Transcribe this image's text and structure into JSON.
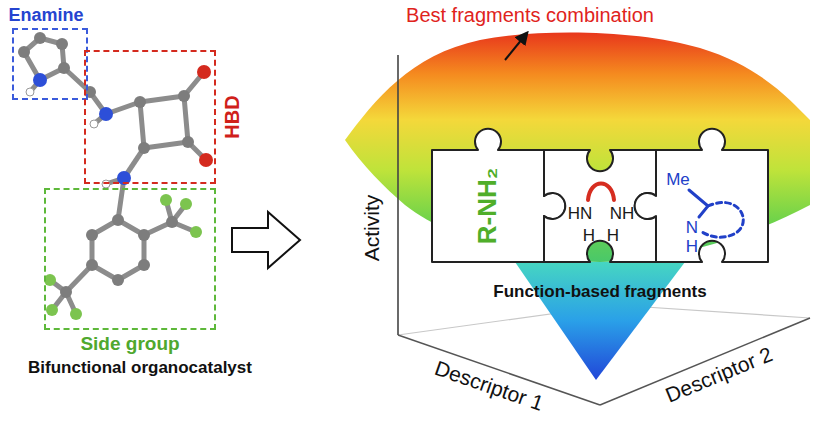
{
  "diagram": {
    "nodes": [
      {
        "text": [
          "Enamine"
        ]
      },
      {
        "text": [
          "HBD"
        ]
      },
      {
        "text": [
          "Side group"
        ]
      },
      {
        "text": [
          "R-NH₂"
        ]
      },
      {
        "text": [
          "HN",
          "H",
          "NH",
          "H"
        ]
      },
      {
        "text": [
          "Me",
          "N",
          "H"
        ]
      }
    ],
    "labels": [
      "Bifunctional organocatalyst",
      "Best fragments combination",
      "Activity",
      "Descriptor 1",
      "Descriptor 2",
      "Function-based fragments"
    ]
  }
}
